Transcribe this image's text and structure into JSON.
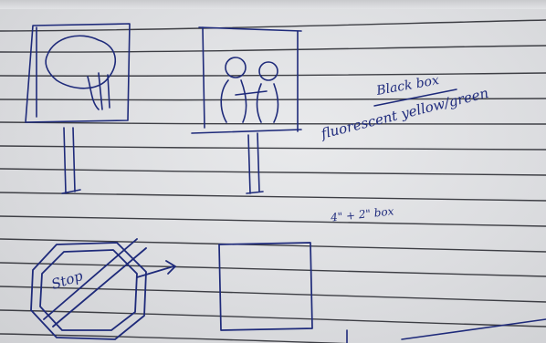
{
  "notes": {
    "black_box": "Black box",
    "fluorescent": "fluorescent yellow/green",
    "size": "4\" + 2\" box",
    "stop": "Stop"
  },
  "colors": {
    "ink": "#1e2a7a",
    "ruled_line": "#3d3e44",
    "paper": "#e4e5e8"
  }
}
